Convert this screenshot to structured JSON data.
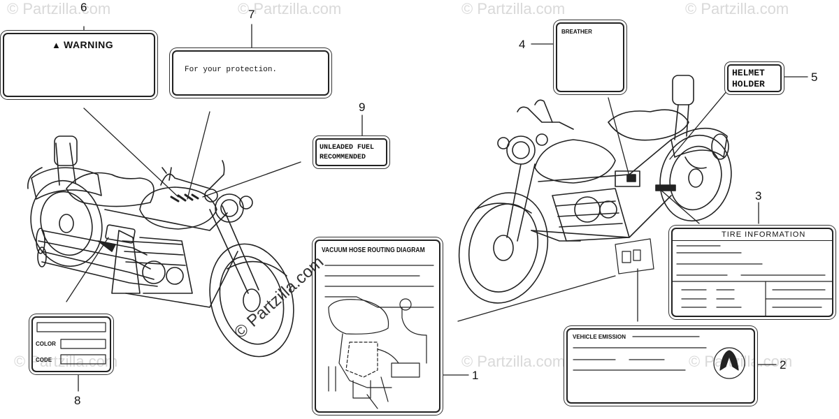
{
  "callouts": [
    "1",
    "2",
    "3",
    "4",
    "5",
    "6",
    "7",
    "8",
    "9"
  ],
  "labels": {
    "warning": {
      "text": "WARNING"
    },
    "protection": {
      "text": "For your protection."
    },
    "unleaded": {
      "line1": "UNLEADED FUEL",
      "line2": "RECOMMENDED"
    },
    "breather": {
      "text": "BREATHER"
    },
    "helmet": {
      "line1": "HELMET",
      "line2": "HOLDER"
    },
    "tire": {
      "text": "TIRE INFORMATION"
    },
    "vacuum": {
      "text": "VACUUM HOSE ROUTING DIAGRAM"
    },
    "emission": {
      "text": "VEHICLE EMISSION"
    },
    "color_code": {
      "color": "COLOR",
      "code": "CODE"
    }
  },
  "watermark": {
    "main": "© Partzilla.com",
    "faint": "© Partzilla.com"
  },
  "colors": {
    "ink": "#222222",
    "watermark": "#d9d9d9"
  }
}
